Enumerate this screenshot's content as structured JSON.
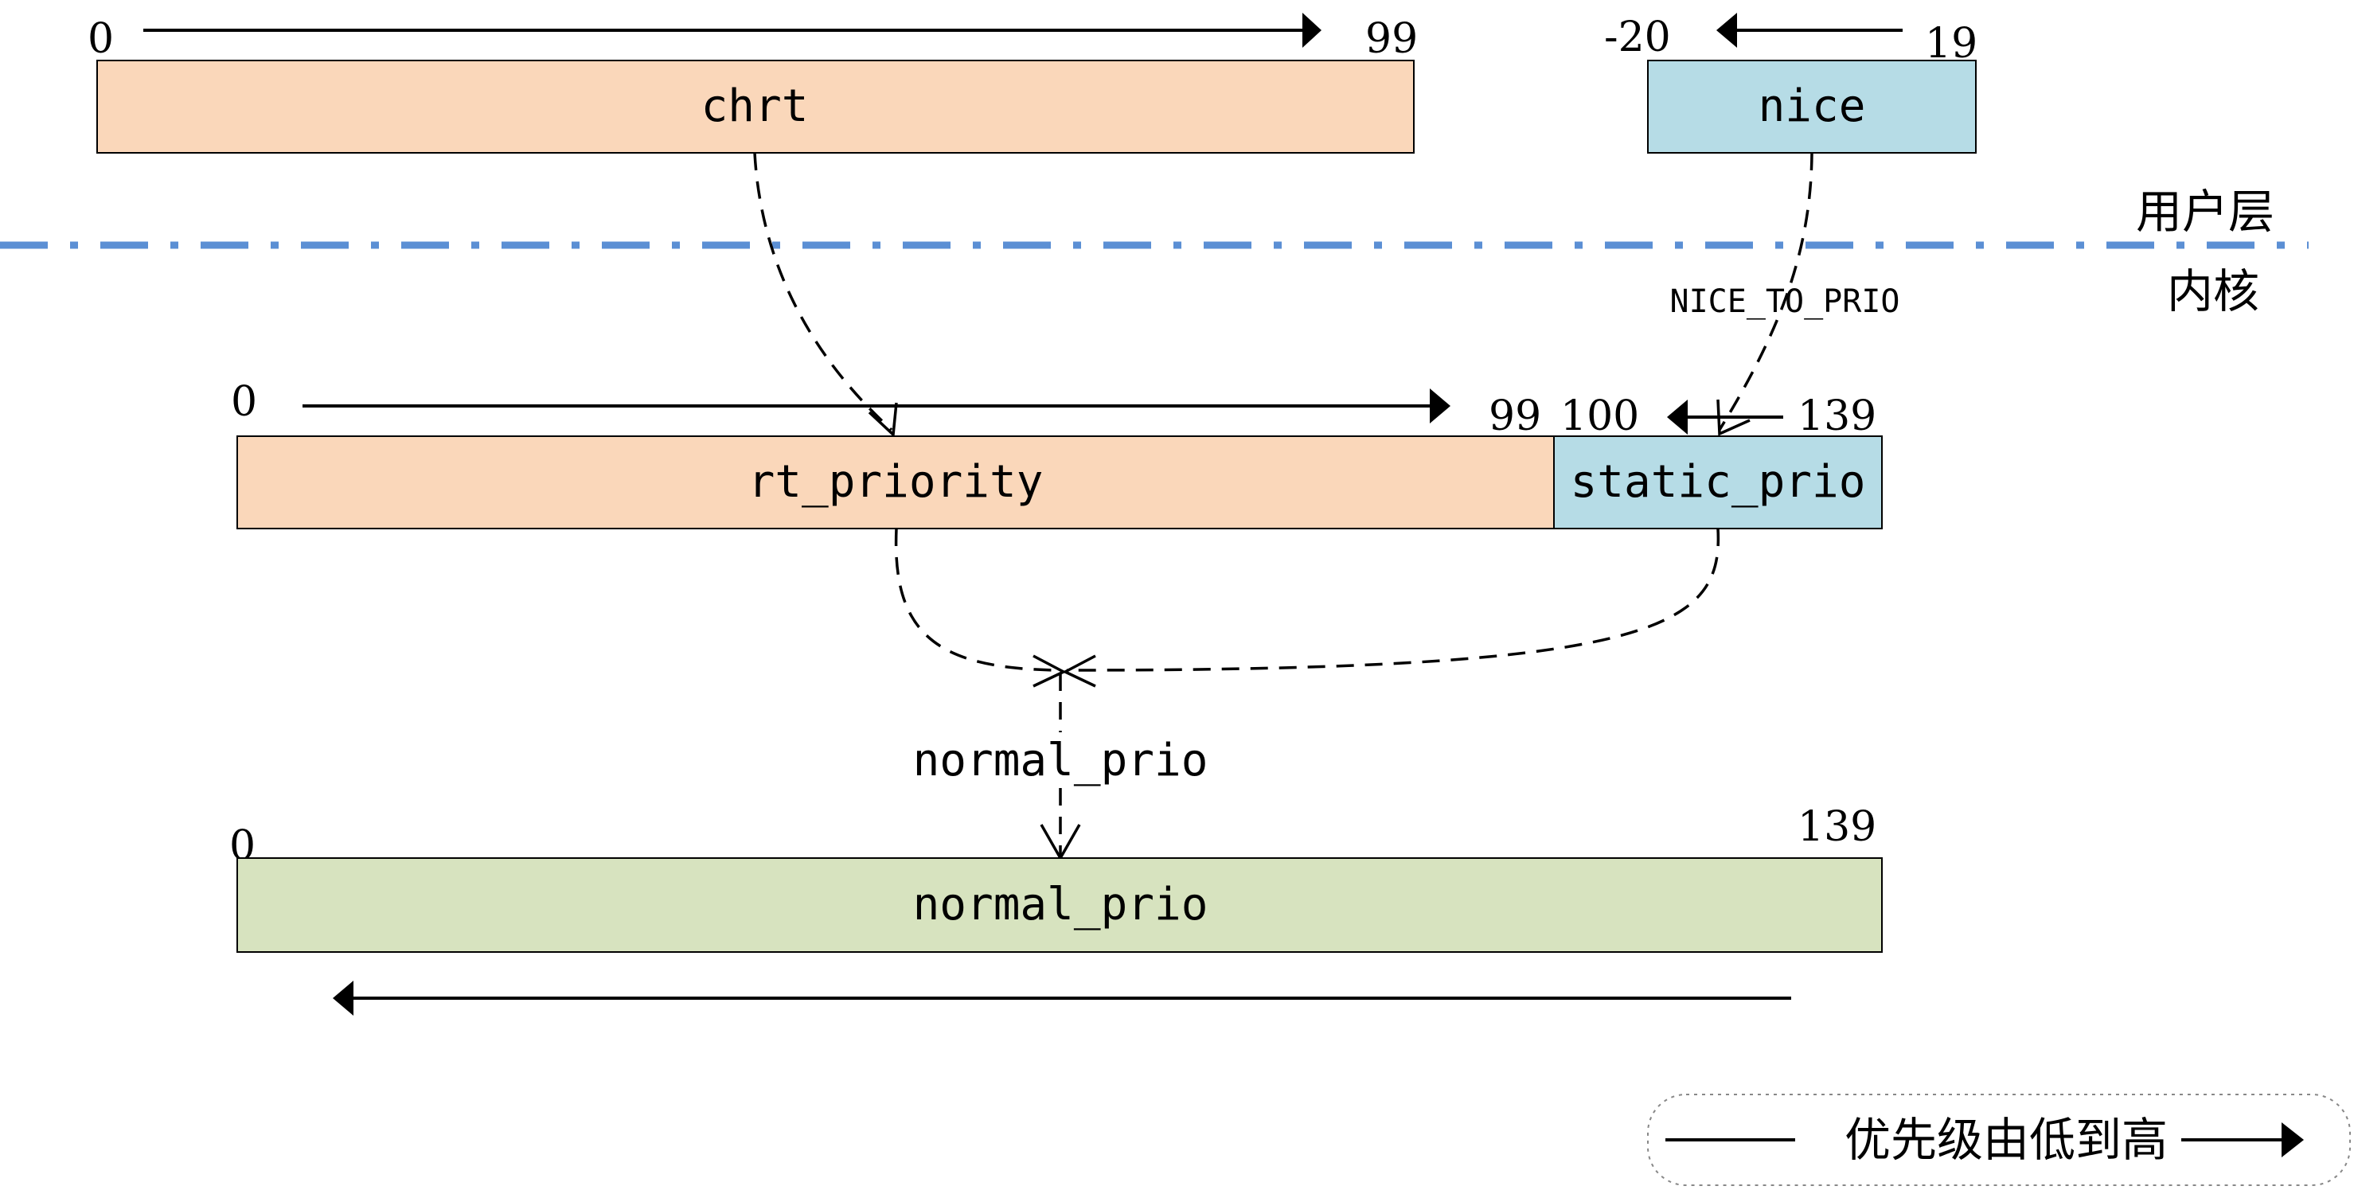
{
  "user_space": {
    "chrt": {
      "label": "chrt",
      "range_start": "0",
      "range_end": "99"
    },
    "nice": {
      "label": "nice",
      "range_low": "-20",
      "range_high": "19"
    }
  },
  "layers": {
    "user_layer": "用户层",
    "kernel_layer": "内核"
  },
  "conversion": {
    "nice_to_prio": "NICE_TO_PRIO",
    "normal_prio": "normal_prio"
  },
  "kernel": {
    "rt_priority": {
      "label": "rt_priority",
      "range_start": "0",
      "range_end": "99"
    },
    "static_prio": {
      "label": "static_prio",
      "range_start": "100",
      "range_end": "139"
    },
    "normal_prio": {
      "label": "normal_prio",
      "range_start": "0",
      "range_end": "139"
    }
  },
  "legend": {
    "text": "优先级由低到高"
  },
  "colors": {
    "rt_box": "#FAD7BA",
    "static_box": "#B6DCE6",
    "normal_box": "#D7E3BF",
    "divider": "#5B8FD4",
    "stroke": "#000000"
  }
}
